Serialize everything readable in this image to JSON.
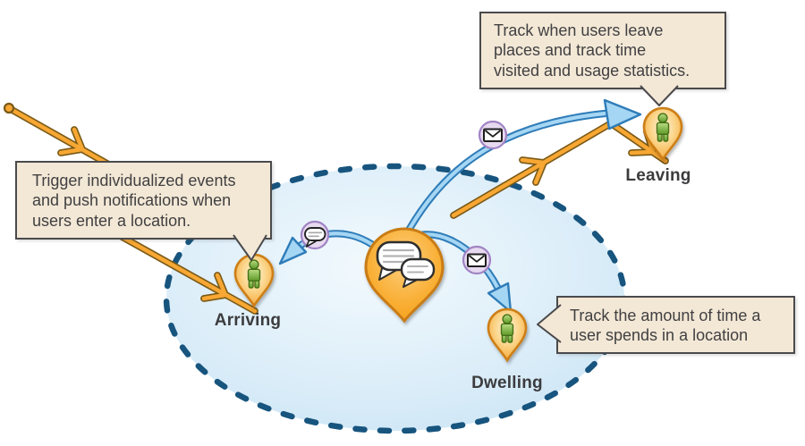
{
  "callouts": {
    "leave": {
      "lines": [
        "Track when users leave",
        "places and track time",
        "visited and usage statistics."
      ]
    },
    "enter": {
      "lines": [
        "Trigger individualized events",
        "and push notifications when",
        "users enter a location."
      ]
    },
    "dwell": {
      "lines": [
        "Track the amount of time a",
        "user spends in a location"
      ]
    }
  },
  "pins": {
    "center": {
      "icon": "speech-bubbles-icon"
    },
    "arriving": {
      "label": "Arriving",
      "icon": "person-icon"
    },
    "leaving": {
      "label": "Leaving",
      "icon": "person-icon"
    },
    "dwelling": {
      "label": "Dwelling",
      "icon": "person-icon"
    }
  },
  "connectors": {
    "to_leaving": {
      "icon": "envelope-icon",
      "style": "blue-arrow"
    },
    "to_arriving": {
      "icon": "speech-bubble-icon",
      "style": "blue-arrow"
    },
    "to_dwelling": {
      "icon": "envelope-icon",
      "style": "blue-arrow"
    },
    "entering_path": {
      "style": "orange-open-arrow"
    },
    "leaving_path": {
      "style": "orange-open-arrow"
    }
  },
  "region": {
    "shape": "dashed-ellipse",
    "stroke": "#17547e",
    "fill": "#d9edf8"
  },
  "colors": {
    "orange": "#f7a733",
    "orange_outline": "#7a5a17",
    "blue": "#2e7cb8",
    "blue_light": "#a5d6f4",
    "callout_bg": "#f3e8d6",
    "callout_border": "#4a4a4c",
    "callout_text": "#414042",
    "icon_circle_bg": "#e7d9f0",
    "icon_circle_border": "#a184c4",
    "pin_orange": "#f7a62e",
    "pin_border": "#cd7f15",
    "person_green": "#6ba32f",
    "label_text": "#3c3c3e"
  }
}
